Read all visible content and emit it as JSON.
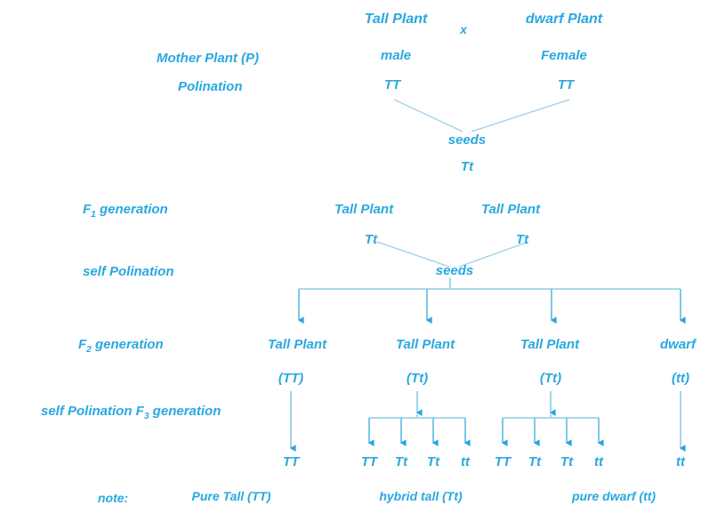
{
  "diagram": {
    "title_text": "Mendel monohybrid cross diagram",
    "accent_color": "#29a8e0",
    "line_color": "#8fd4ee",
    "background": "#ffffff"
  },
  "parents": {
    "left_name": "Tall Plant",
    "left_sex": "male",
    "left_genotype": "TT",
    "cross_symbol": "x",
    "right_name": "dwarf  Plant",
    "right_sex": "Female",
    "right_genotype": "TT"
  },
  "labels": {
    "mother_plant": "Mother Plant  (P)",
    "polination": "Polination",
    "f1_generation_prefix": "F",
    "f1_generation_sub": "1",
    "f1_generation_suffix": " generation",
    "self_polination": "self Polination",
    "f2_generation_prefix": "F",
    "f2_generation_sub": "2",
    "f2_generation_suffix": " generation",
    "f3_line_prefix": "self Polination F",
    "f3_line_sub": "3",
    "f3_line_suffix": " generation",
    "note": "note:"
  },
  "p_seeds": {
    "seeds_label": "seeds",
    "genotype": "Tt"
  },
  "f1": {
    "left_name": "Tall Plant",
    "left_genotype": "Tt",
    "right_name": "Tall Plant",
    "right_genotype": "Tt",
    "seeds_label": "seeds"
  },
  "f2": {
    "columns": [
      {
        "name": "Tall Plant",
        "genotype": "(TT)"
      },
      {
        "name": "Tall Plant",
        "genotype": "(Tt)"
      },
      {
        "name": "Tall Plant",
        "genotype": "(Tt)"
      },
      {
        "name": "dwarf",
        "genotype": "(tt)"
      }
    ]
  },
  "f3": {
    "group1": [
      "TT"
    ],
    "group2": [
      "TT",
      "Tt",
      "Tt",
      "tt"
    ],
    "group3": [
      "TT",
      "Tt",
      "Tt",
      "tt"
    ],
    "group4": [
      "tt"
    ]
  },
  "note_row": {
    "pure_tall": "Pure Tall (TT)",
    "hybrid_tall": "hybrid tall (Tt)",
    "pure_dwarf": "pure dwarf (tt)"
  }
}
